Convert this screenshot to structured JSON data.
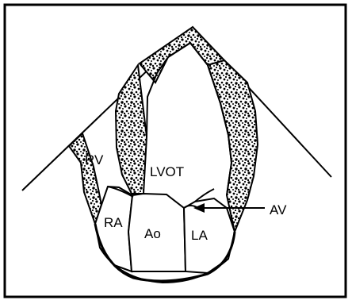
{
  "labels": {
    "rv": "RV",
    "lvot": "LVOT",
    "ra": "RA",
    "ao": "Ao",
    "la": "LA",
    "av": "AV"
  },
  "colors": {
    "ink": "#000000",
    "background": "#ffffff"
  }
}
